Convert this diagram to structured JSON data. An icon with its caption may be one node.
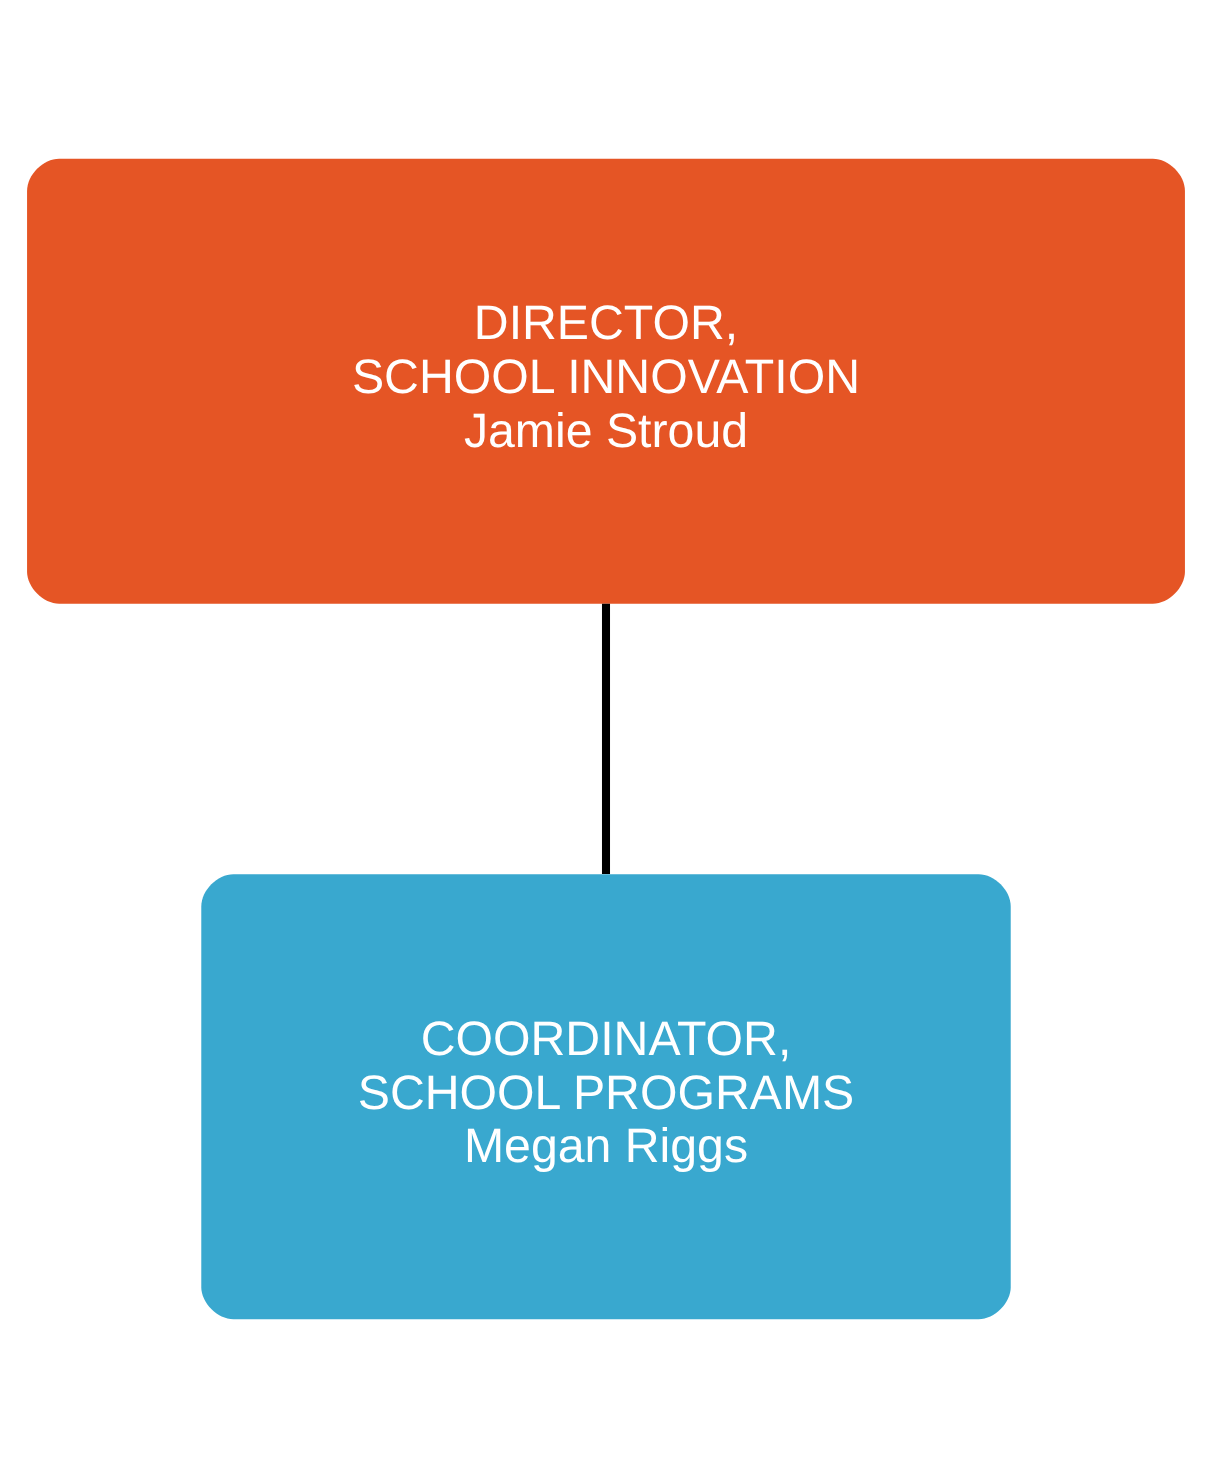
{
  "diagram": {
    "nodes": [
      {
        "text": [
          "DIRECTOR, SCHOOL INNOVATION",
          "Jamie Stroud"
        ]
      },
      {
        "text": [
          "COORDINATOR, SCHOOL PROGRAMS",
          "Megan Riggs"
        ]
      }
    ],
    "edges": [
      {
        "from": 0,
        "to": 1,
        "arrow": "none"
      }
    ]
  }
}
